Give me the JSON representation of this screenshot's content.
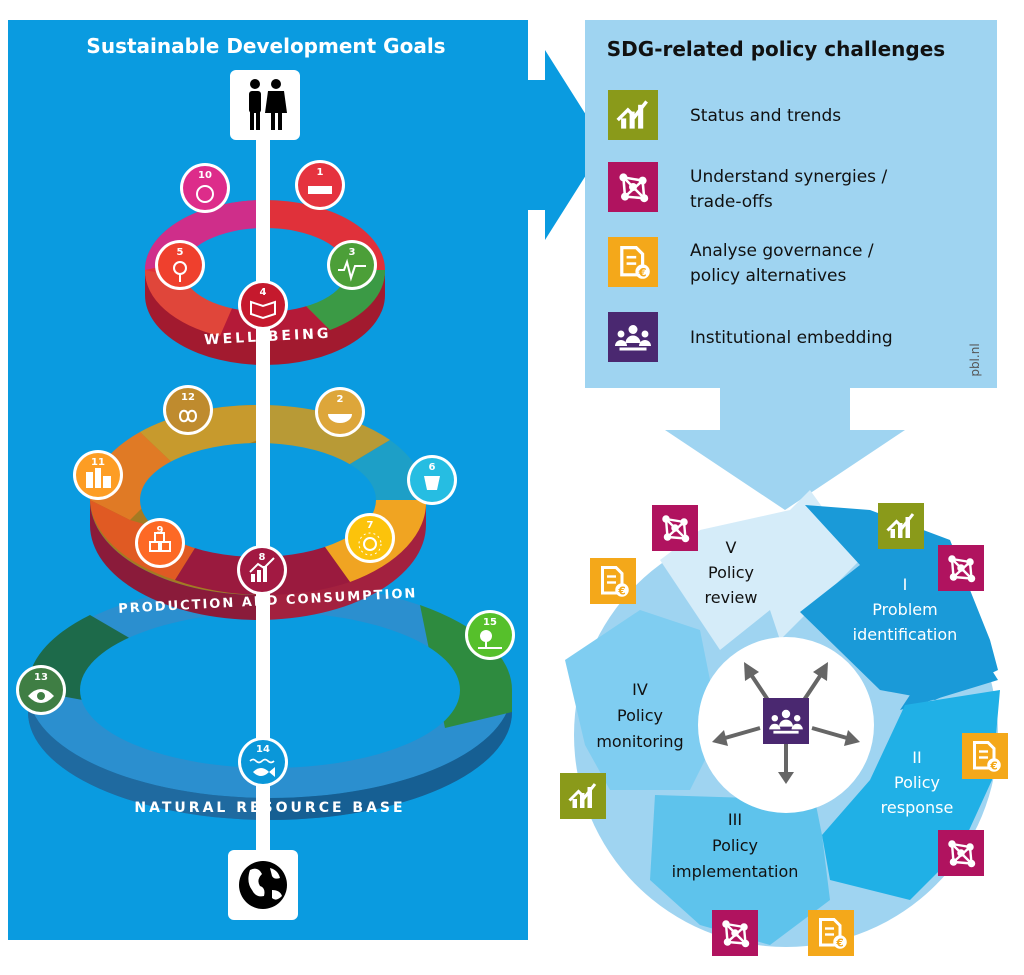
{
  "left_panel": {
    "title": "Sustainable Development Goals",
    "ring_wellbeing": "WELL-BEING",
    "ring_production": "PRODUCTION AND CONSUMPTION",
    "ring_natural": "NATURAL RESOURCE BASE",
    "goals": [
      "10",
      "1",
      "5",
      "3",
      "4",
      "12",
      "2",
      "11",
      "6",
      "9",
      "8",
      "7",
      "15",
      "13",
      "14"
    ]
  },
  "right_panel": {
    "title": "SDG-related policy challenges",
    "challenges": [
      {
        "label1": "Status and trends",
        "label2": "",
        "color": "#8a9a1a",
        "icon": "chart-icon"
      },
      {
        "label1": "Understand synergies /",
        "label2": "trade-offs",
        "color": "#b0135f",
        "icon": "network-icon"
      },
      {
        "label1": "Analyse governance /",
        "label2": "policy alternatives",
        "color": "#f4a81a",
        "icon": "document-euro-icon"
      },
      {
        "label1": "Institutional embedding",
        "label2": "",
        "color": "#4a2870",
        "icon": "people-icon"
      }
    ],
    "watermark": "pbl.nl"
  },
  "cycle": {
    "stages": [
      {
        "num": "I",
        "l1": "Problem",
        "l2": "identification"
      },
      {
        "num": "II",
        "l1": "Policy",
        "l2": "response"
      },
      {
        "num": "III",
        "l1": "Policy",
        "l2": "implementation"
      },
      {
        "num": "IV",
        "l1": "Policy",
        "l2": "monitoring"
      },
      {
        "num": "V",
        "l1": "Policy",
        "l2": "review"
      }
    ]
  },
  "colors": {
    "blue_panel": "#0a9be0",
    "light_panel": "#9fd4f1",
    "olive": "#8a9a1a",
    "magenta": "#b0135f",
    "orange": "#f4a81a",
    "purple": "#4a2870"
  }
}
